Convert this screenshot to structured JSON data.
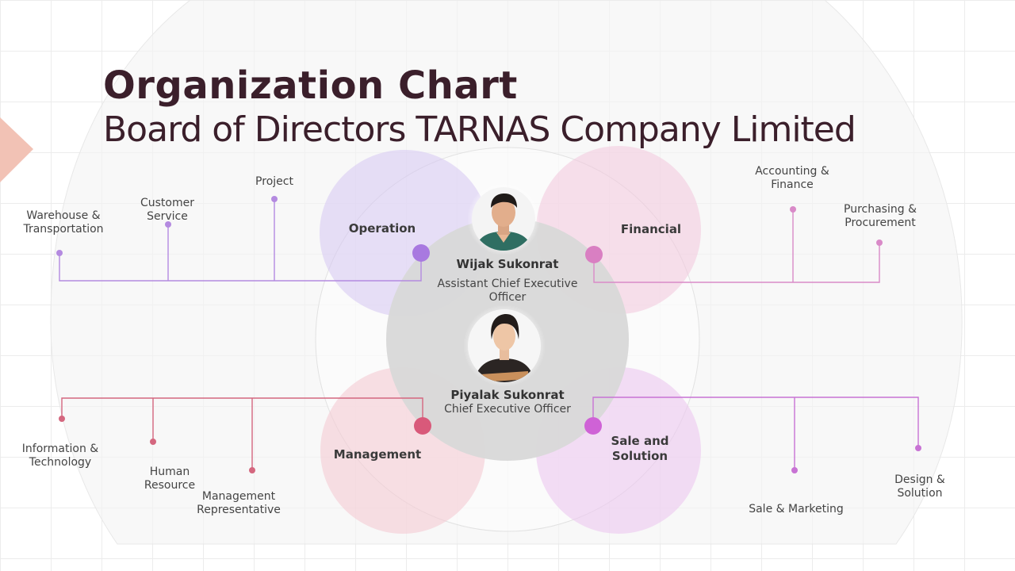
{
  "header": {
    "title": "Organization Chart",
    "subtitle": "Board of Directors TARNAS Company Limited"
  },
  "people": [
    {
      "name": "Wijak Sukonrat",
      "role": "Assistant Chief Executive\nOfficer",
      "photo_icon": "man-portrait-photo"
    },
    {
      "name": "Piyalak Sukonrat",
      "role": "Chief Executive Officer",
      "photo_icon": "woman-portrait-photo"
    }
  ],
  "divisions": [
    {
      "name": "Operation",
      "color": "#a879e0",
      "units": [
        "Warehouse &\nTransportation",
        "Customer\nService",
        "Project"
      ]
    },
    {
      "name": "Financial",
      "color": "#d97fc2",
      "units": [
        "Accounting &\nFinance",
        "Purchasing &\nProcurement"
      ]
    },
    {
      "name": "Management",
      "color": "#d9597a",
      "units": [
        "Information &\nTechnology",
        "Human\nResource",
        "Management\nRepresentative"
      ]
    },
    {
      "name": "Sale and\nSolution",
      "color": "#cf62d6",
      "units": [
        "Sale & Marketing",
        "Design &\nSolution"
      ]
    }
  ],
  "colors": {
    "title": "#3b1f2b",
    "center_circle": "#d8d8d8",
    "accent_arrow": "#f2c2b5"
  }
}
